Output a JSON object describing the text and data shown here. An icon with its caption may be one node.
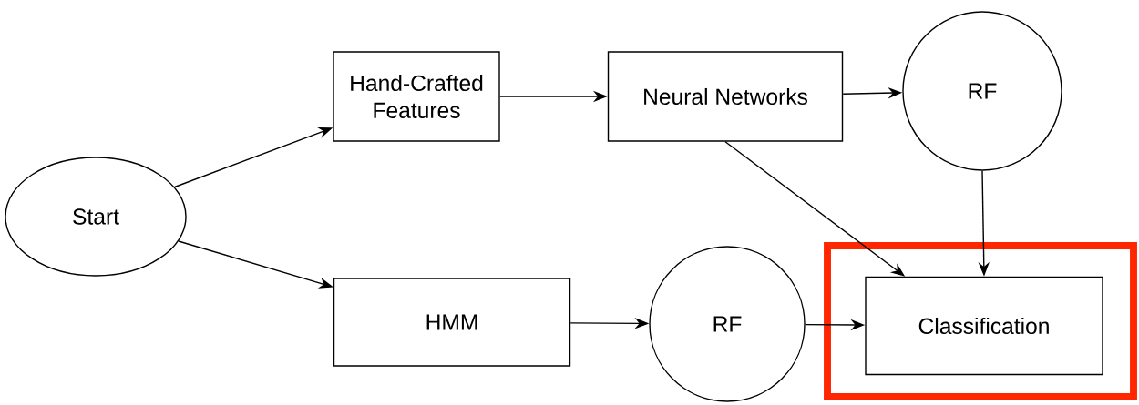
{
  "diagram": {
    "nodes": [
      {
        "text": [
          "Start"
        ]
      },
      {
        "text": [
          "Hand-Crafted Features"
        ]
      },
      {
        "text": [
          "Neural Networks"
        ]
      },
      {
        "text": [
          "RF"
        ]
      },
      {
        "text": [
          "HMM"
        ]
      },
      {
        "text": [
          "RF"
        ]
      },
      {
        "text": [],
        "shape": "box"
      },
      {
        "text": [
          "Classification"
        ],
        "in": 6
      }
    ],
    "edges": [
      {
        "from": 0,
        "to": 1,
        "arrow": "to"
      },
      {
        "from": 0,
        "to": 4,
        "arrow": "to"
      },
      {
        "from": 1,
        "to": 2,
        "arrow": "to"
      },
      {
        "from": 2,
        "to": 3,
        "arrow": "to"
      },
      {
        "from": 2,
        "to": 7,
        "arrow": "to"
      },
      {
        "from": 3,
        "to": 7,
        "arrow": "to"
      },
      {
        "from": 4,
        "to": 5,
        "arrow": "to"
      },
      {
        "from": 5,
        "to": 7,
        "arrow": "to"
      }
    ]
  }
}
